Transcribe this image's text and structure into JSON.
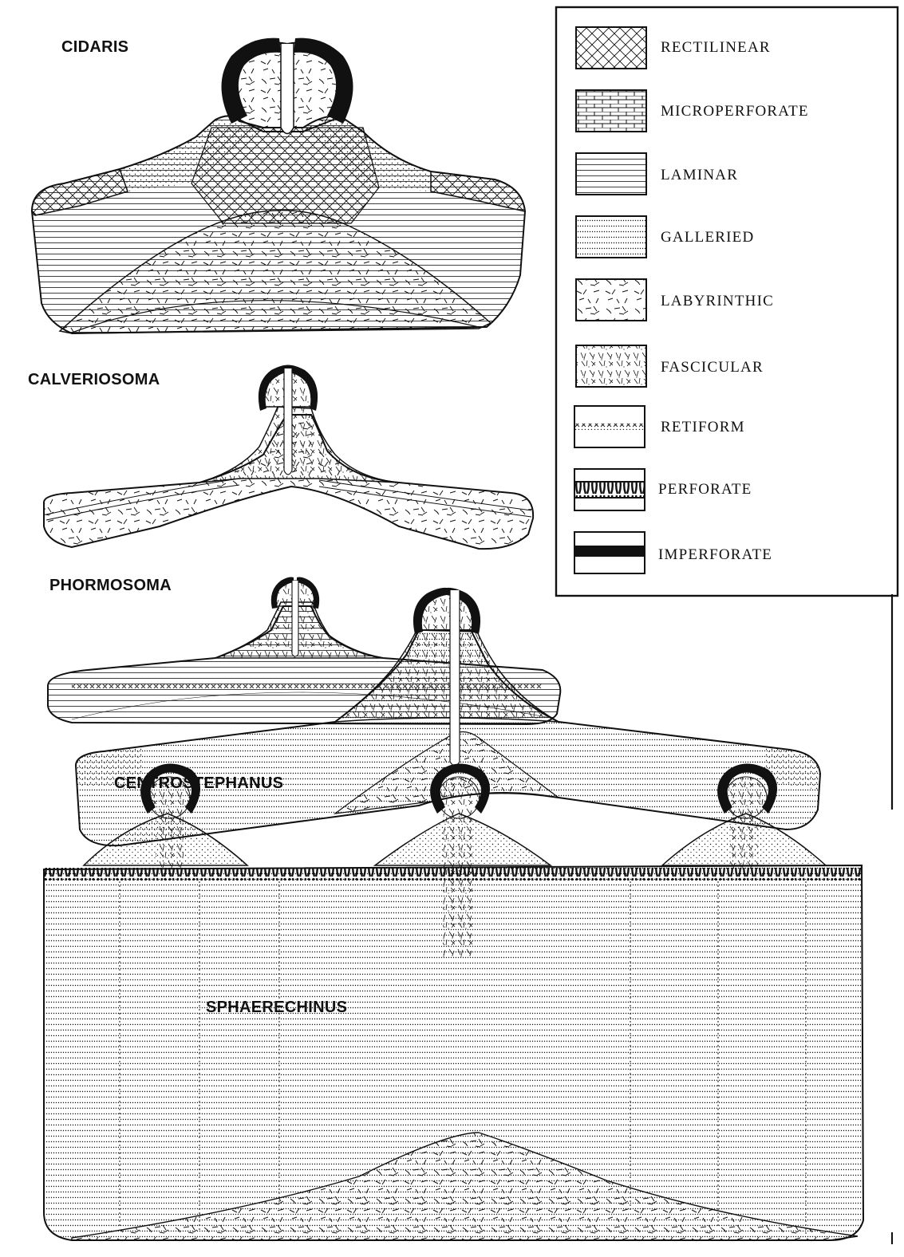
{
  "figure": {
    "specimens": [
      {
        "key": "cidaris",
        "title": "CIDARIS"
      },
      {
        "key": "calveriosoma",
        "title": "CALVERIOSOMA"
      },
      {
        "key": "phormosoma",
        "title": "PHORMOSOMA"
      },
      {
        "key": "centrostephanus",
        "title": "CENTROSTEPHANUS"
      },
      {
        "key": "sphaerechinus",
        "title": "SPHAERECHINUS"
      }
    ],
    "legend": [
      {
        "pattern": "rectilinear",
        "label": "RECTILINEAR"
      },
      {
        "pattern": "microperforate",
        "label": "MICROPERFORATE"
      },
      {
        "pattern": "laminar",
        "label": "LAMINAR"
      },
      {
        "pattern": "galleried",
        "label": "GALLERIED"
      },
      {
        "pattern": "labyrinthic",
        "label": "LABYRINTHIC"
      },
      {
        "pattern": "fascicular",
        "label": "FASCICULAR"
      },
      {
        "pattern": "retiform",
        "label": "RETIFORM"
      },
      {
        "pattern": "perforate",
        "label": "PERFORATE"
      },
      {
        "pattern": "imperforate",
        "label": "IMPERFORATE"
      }
    ],
    "colors": {
      "ink": "#111111",
      "paper": "#ffffff"
    }
  }
}
